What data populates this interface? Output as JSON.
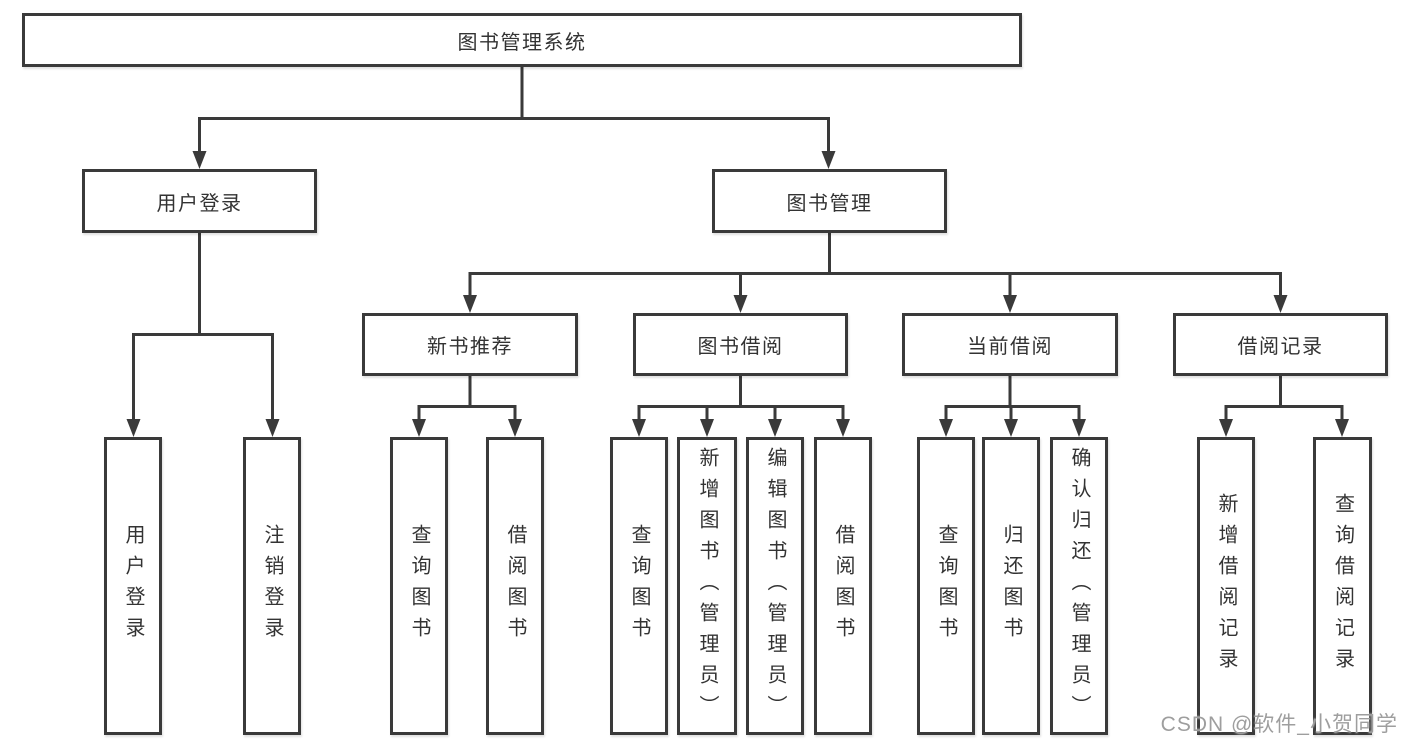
{
  "diagram": {
    "root": "图书管理系统",
    "user_login": {
      "label": "用户登录",
      "children": [
        "用户登录",
        "注销登录"
      ]
    },
    "book_management": {
      "label": "图书管理",
      "sections": [
        {
          "label": "新书推荐",
          "children": [
            "查询图书",
            "借阅图书"
          ]
        },
        {
          "label": "图书借阅",
          "children": [
            "查询图书",
            "新增图书（管理员）",
            "编辑图书（管理员）",
            "借阅图书"
          ]
        },
        {
          "label": "当前借阅",
          "children": [
            "查询图书",
            "归还图书",
            "确认归还（管理员）"
          ]
        },
        {
          "label": "借阅记录",
          "children": [
            "新增借阅记录",
            "查询借阅记录"
          ]
        }
      ]
    }
  },
  "watermark": "CSDN @软件_小贺同学",
  "colors": {
    "line": "#3a3a3a",
    "text": "#333333",
    "watermark": "#9e9e9e",
    "background": "#ffffff"
  }
}
